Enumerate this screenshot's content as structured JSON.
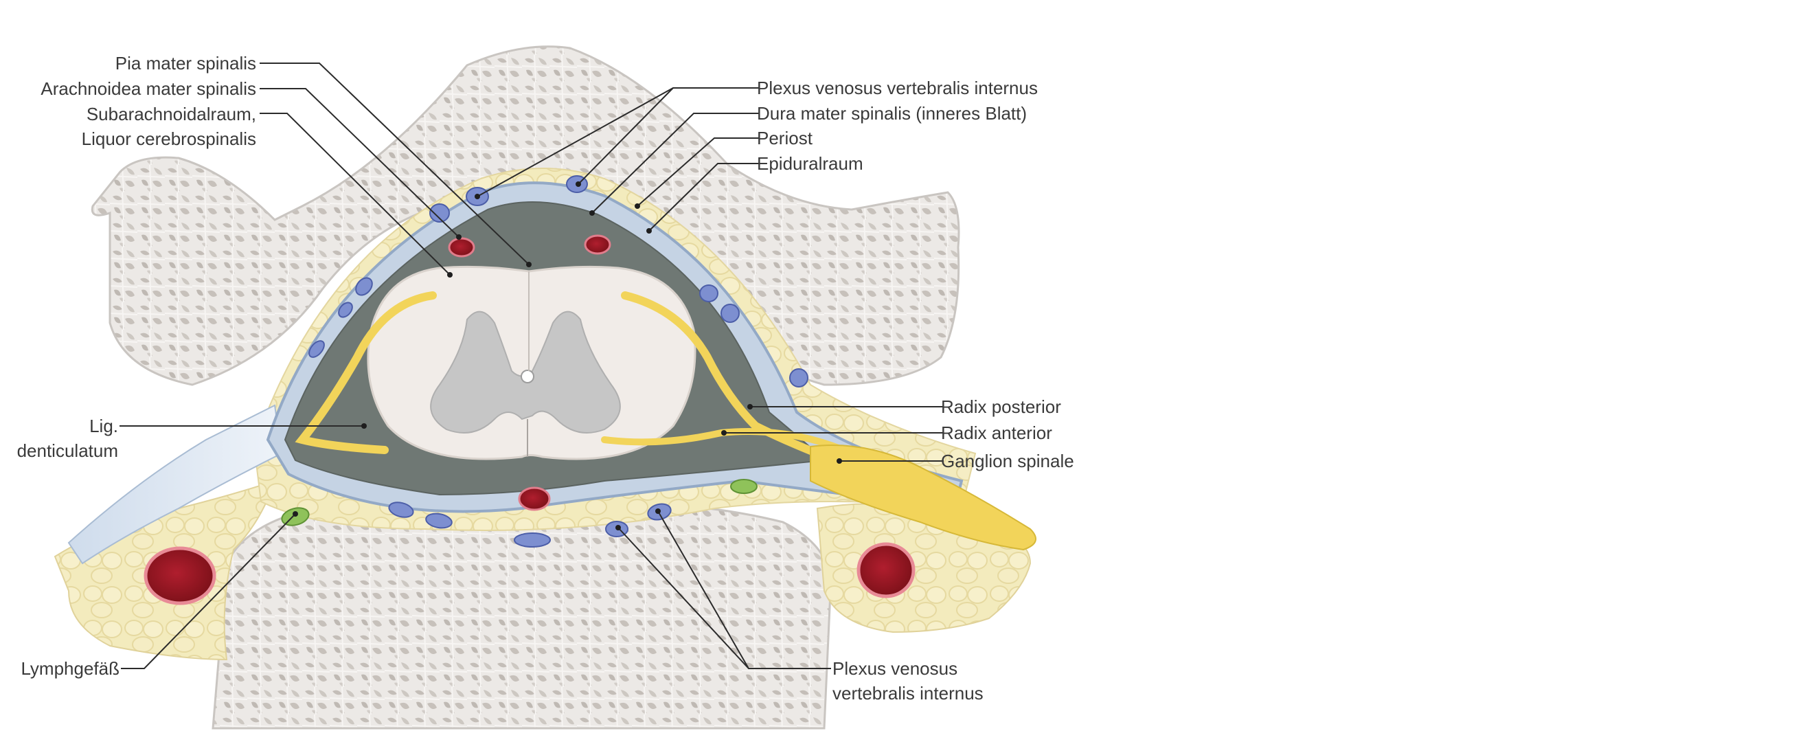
{
  "labels": {
    "pia_mater": "Pia mater spinalis",
    "arachnoidea": "Arachnoidea mater spinalis",
    "subarachnoid_1": "Subarachnoidalraum,",
    "subarachnoid_2": "Liquor cerebrospinalis",
    "plexus_top": "Plexus venosus vertebralis internus",
    "dura_mater": "Dura mater spinalis (inneres Blatt)",
    "periost": "Periost",
    "epiduralraum": "Epiduralraum",
    "lig_1": "Lig.",
    "lig_2": "denticulatum",
    "radix_posterior": "Radix posterior",
    "radix_anterior": "Radix anterior",
    "ganglion_spinale": "Ganglion spinale",
    "lymphgefaess": "Lymphgefäß",
    "plexus_bottom_1": "Plexus venosus",
    "plexus_bottom_2": "vertebralis internus"
  },
  "colors": {
    "bone": "#e9e6e3",
    "bone_pattern": "#b9b3ad",
    "fat": "#f3eab8",
    "dura": "#b8c9dc",
    "csf_space": "#6e7673",
    "spinal_cord_white": "#f1ece8",
    "grey_matter": "#c9c9c9",
    "nerve_root": "#f2d45a",
    "vein": "#7d8fd0",
    "artery": "#c0283a",
    "lymph": "#8fc25a"
  }
}
